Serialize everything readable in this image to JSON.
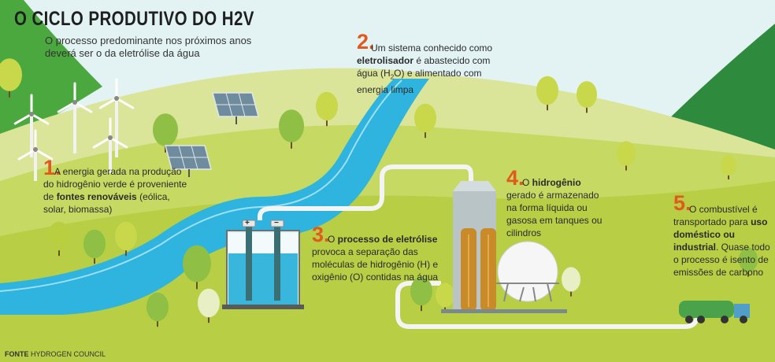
{
  "title": "O CICLO PRODUTIVO DO H2V",
  "subtitle": "O processo predominante nos próximos anos deverá ser o da eletrólise da água",
  "steps": [
    {
      "number": "1.",
      "pre": "A energia gerada na produção do hidrogênio verde é proveniente de ",
      "bold": "fontes renováveis",
      "post": " (eólica, solar, biomassa)"
    },
    {
      "number": "2.",
      "line1": "Um sistema conhecido como",
      "bold": "eletrolisador",
      "line2_post": " é abastecido com",
      "line3_pre": "água (H",
      "sub": "2",
      "line3_post": "O) e alimentado com",
      "line4": "energia limpa"
    },
    {
      "number": "3.",
      "pre": "O ",
      "bold": "processo de eletrólise",
      "post": " provoca a separação das moléculas de hidrogênio (H) e oxigênio (O) contidas na água"
    },
    {
      "number": "4.",
      "pre": "O ",
      "bold": "hidrogênio",
      "post": " gerado é armazenado na forma líquida ou gasosa em tanques ou cilindros"
    },
    {
      "number": "5.",
      "pre": "O combustível é transportado para ",
      "bold": "uso doméstico ou industrial",
      "post": ". Quase todo o processo é isento de emissões de carbono"
    }
  ],
  "electrodes": {
    "positive": "+",
    "negative": "−"
  },
  "source": {
    "label": "FONTE",
    "text": "HYDROGEN COUNCIL"
  },
  "colors": {
    "accent": "#e05a1e",
    "water": "#3bbde2",
    "grass": "#b8cf45",
    "hill": "#d7e27a",
    "tank": "#c98a2a"
  }
}
